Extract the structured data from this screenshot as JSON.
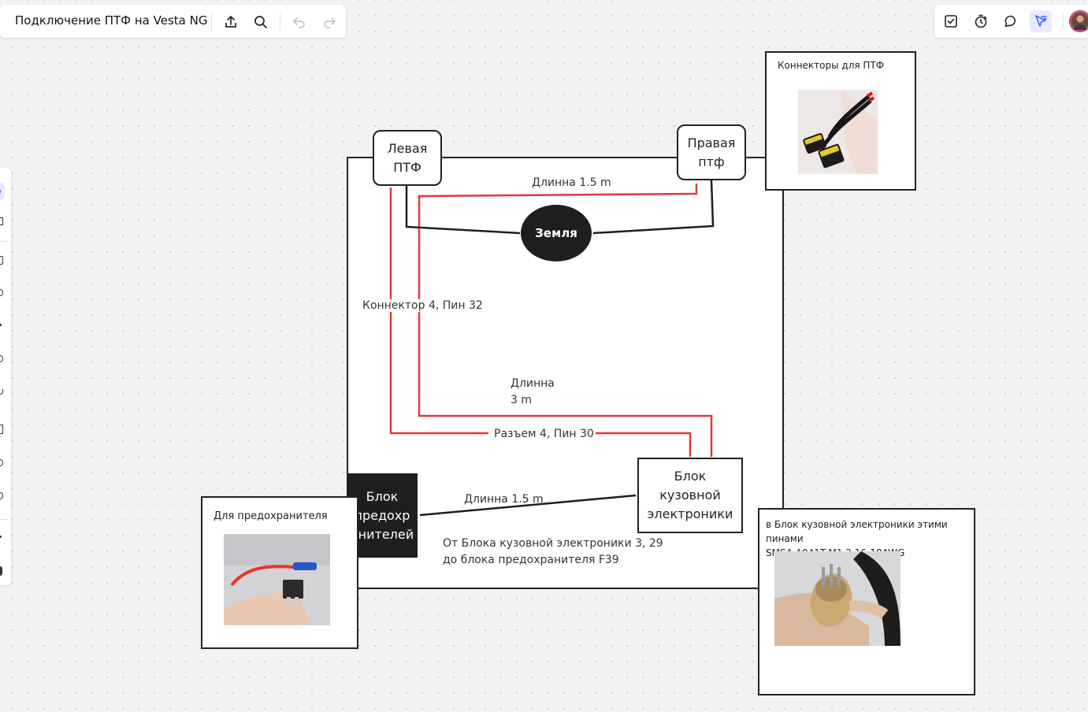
{
  "app": {
    "board_title": "Подключение ПТФ на Vesta NG"
  },
  "toolbar_icons": {
    "export": "export-icon",
    "search": "search-icon",
    "undo": "undo-icon",
    "redo": "redo-icon"
  },
  "right_toolbar_icons": [
    "task-icon",
    "timer-icon",
    "comment-icon",
    "reactions-icon",
    "avatar"
  ],
  "colors": {
    "wire_red": "#e0393e",
    "wire_black": "#1e1e1e",
    "accent": "#4262ff"
  },
  "nodes": {
    "left_fog": "Левая\nПТФ",
    "right_fog": "Правая\nптф",
    "ground": "Земля",
    "fuse_block": "Блок\nпредохр\nанителей",
    "body_block": "Блок\nкузовной\nэлектроники"
  },
  "labels": {
    "len_top": "Длинна 1.5 m",
    "connector_pin": "Коннектор 4, Пин 32",
    "len_mid": "Длинна\n3 m",
    "socket_pin": "Разъем 4, Пин 30",
    "len_bottom": "Длинна 1.5 m",
    "from_to": "От Блока кузовной электроники 3, 29\nдо блока предохранителя F39"
  },
  "cards": {
    "connectors": {
      "caption": "Коннекторы для ПТФ"
    },
    "fuse": {
      "caption": "Для предохранителя"
    },
    "pins": {
      "caption": "в Блок кузовной электроники этими пинами\nSMSA-A041T-M1.2 16-18AWG"
    }
  }
}
